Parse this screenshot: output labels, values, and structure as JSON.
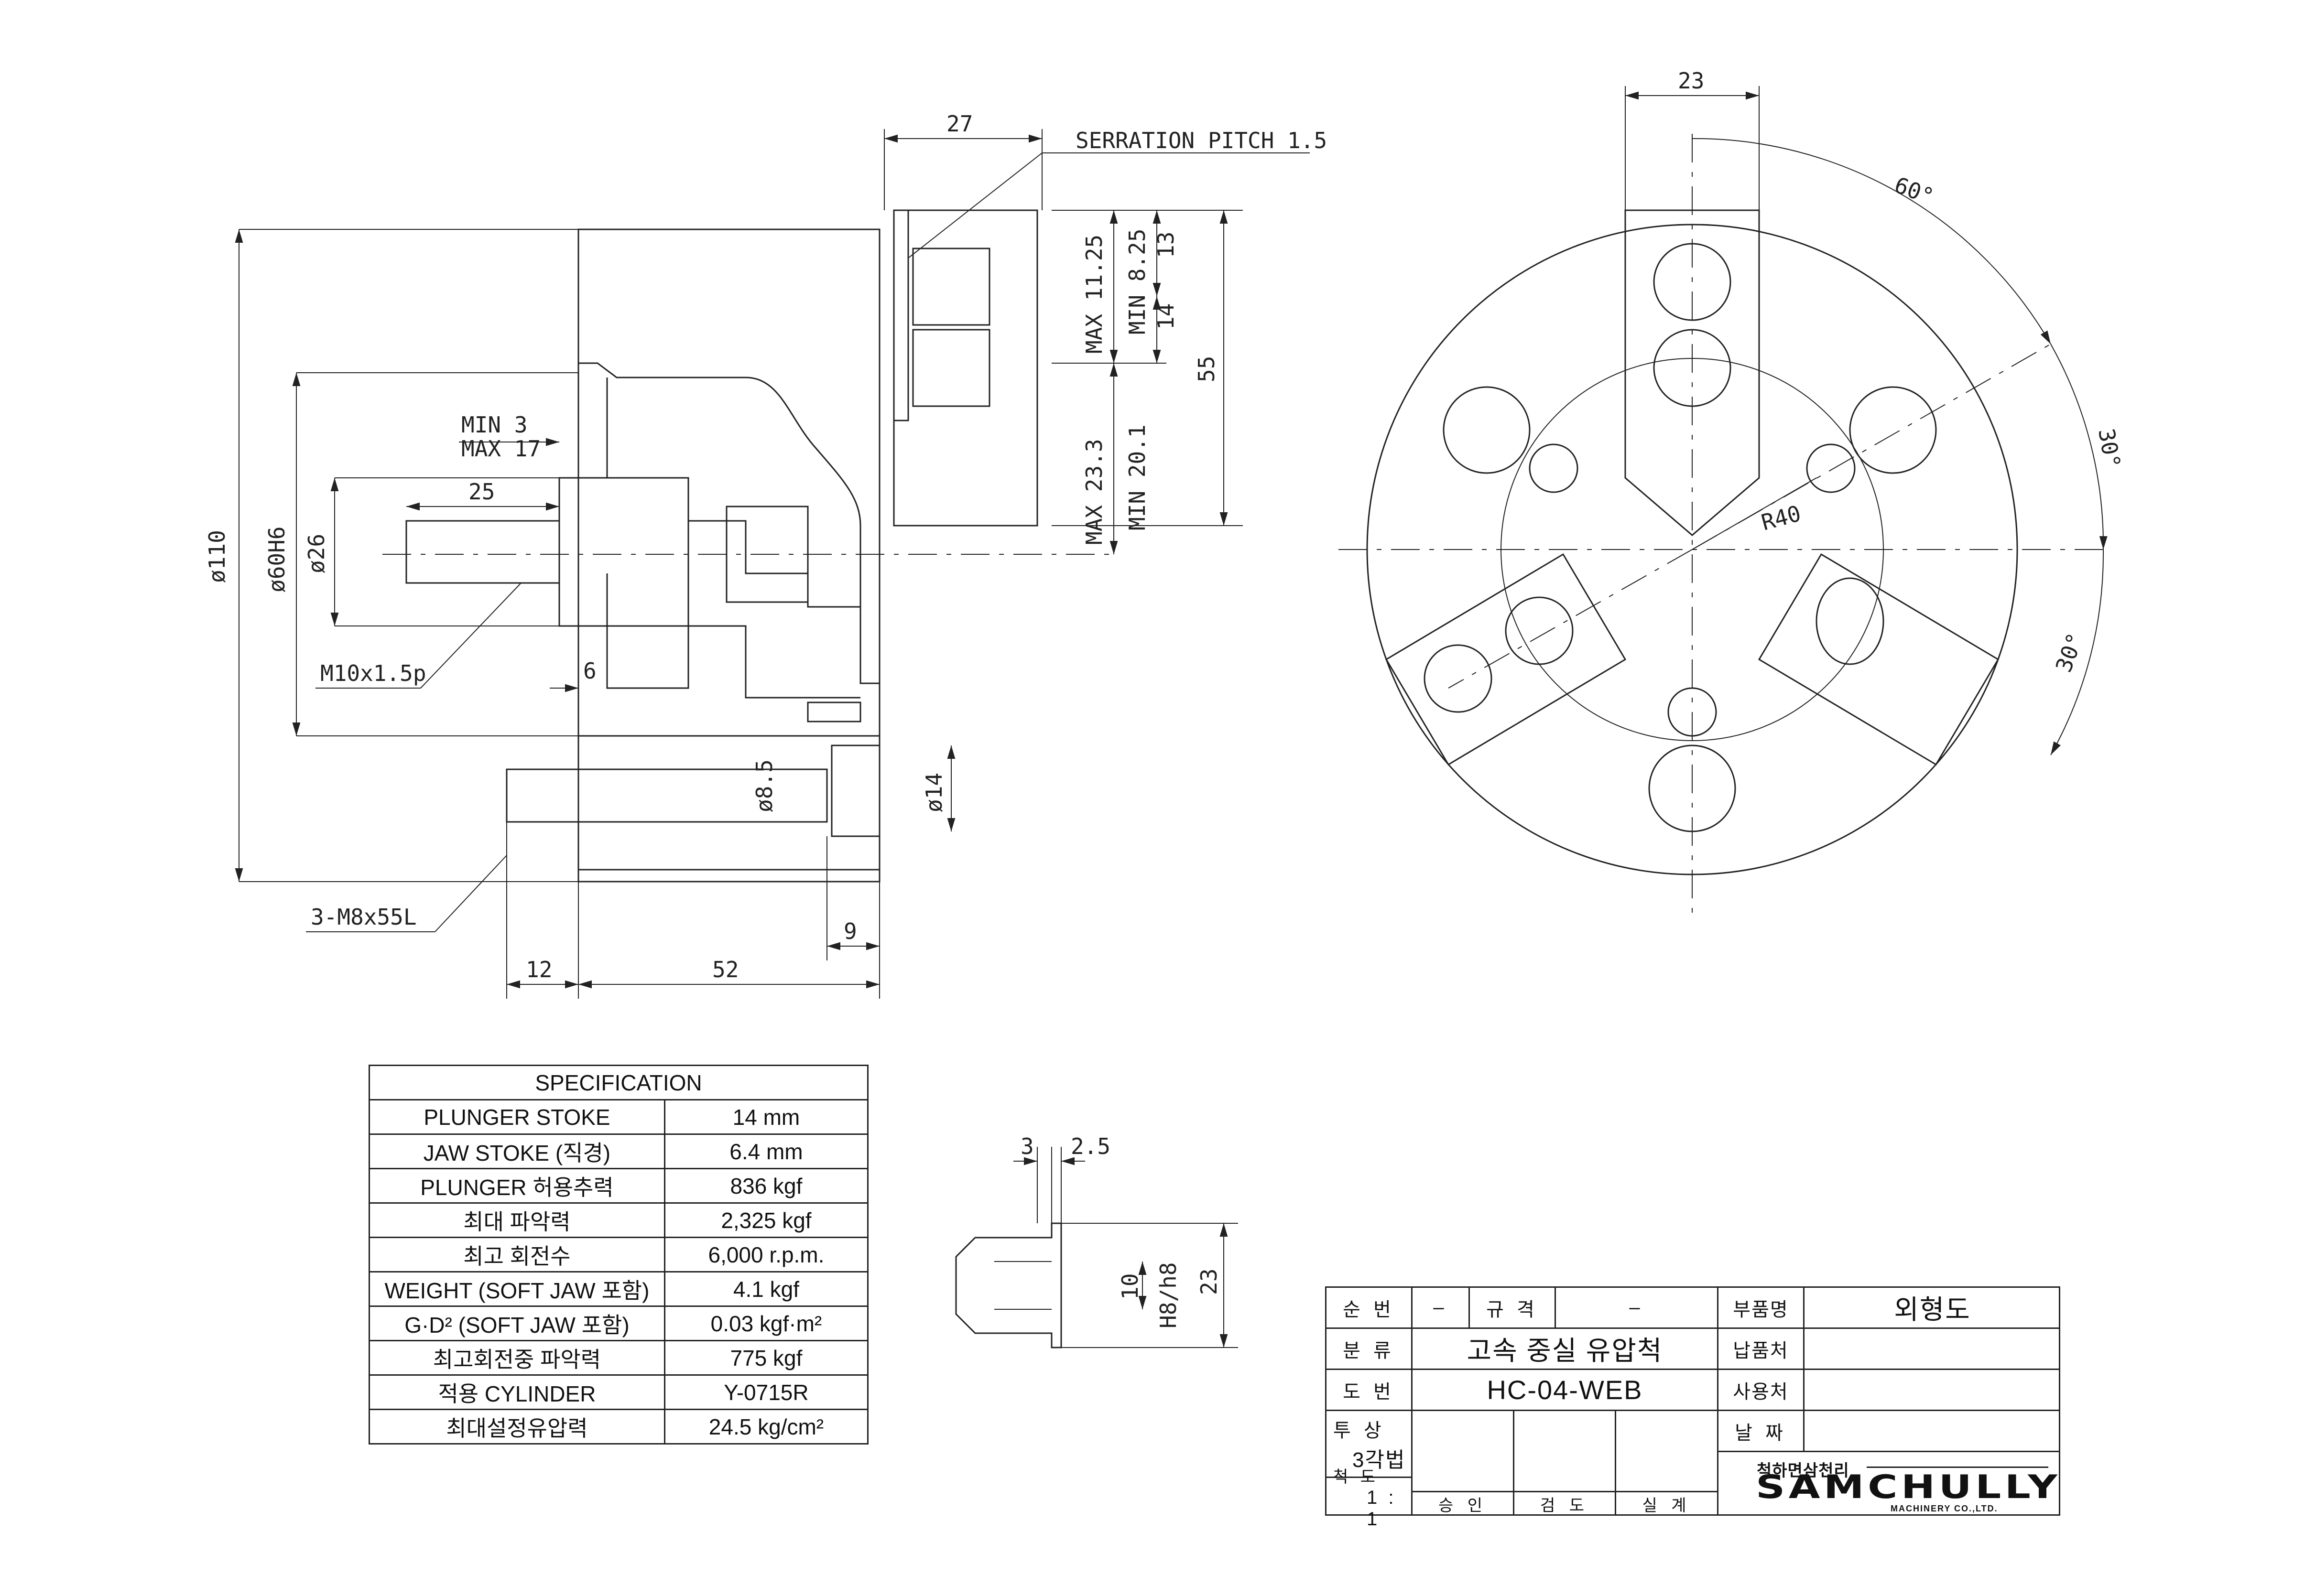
{
  "side_view": {
    "serration_label": "SERRATION PITCH 1.5",
    "dims": {
      "d27": "27",
      "d11_25": "MAX 11.25",
      "d8_25": "MIN 8.25",
      "d13": "13",
      "d14": "14",
      "d55": "55",
      "d23_3": "MAX 23.3",
      "d20_1": "MIN 20.1",
      "min3": "MIN 3",
      "max17": "MAX 17",
      "d25": "25",
      "phi110": "ø110",
      "phi60": "ø60H6",
      "phi26": "ø26",
      "m10": "M10x1.5p",
      "d6": "6",
      "phi8_5": "ø8.5",
      "phi14": "ø14",
      "m8": "3-M8x55L",
      "d9": "9",
      "d12": "12",
      "d52": "52"
    }
  },
  "front_view": {
    "dims": {
      "d23": "23",
      "a60": "60°",
      "a30a": "30°",
      "a30b": "30°",
      "r40": "R40"
    }
  },
  "jaw_detail": {
    "dims": {
      "d3": "3",
      "d2_5": "2.5",
      "d10": "10",
      "h8": "H8/h8",
      "d23": "23"
    }
  },
  "specification": {
    "title": "SPECIFICATION",
    "rows": [
      {
        "label": "PLUNGER STOKE",
        "value": "14  mm"
      },
      {
        "label": "JAW STOKE (직경)",
        "value": "6.4  mm"
      },
      {
        "label": "PLUNGER 허용추력",
        "value": "836  kgf"
      },
      {
        "label": "최대 파악력",
        "value": "2,325  kgf"
      },
      {
        "label": "최고 회전수",
        "value": "6,000 r.p.m."
      },
      {
        "label": "WEIGHT (SOFT JAW 포함)",
        "value": "4.1 kgf"
      },
      {
        "label": "G·D² (SOFT JAW 포함)",
        "value": "0.03  kgf·m²"
      },
      {
        "label": "최고회전중 파악력",
        "value": "775 kgf"
      },
      {
        "label": "적용 CYLINDER",
        "value": "Y-0715R"
      },
      {
        "label": "최대설정유압력",
        "value": "24.5 kg/cm²"
      }
    ]
  },
  "title_block": {
    "seq_label": "순  번",
    "seq_value": "–",
    "spec_label": "규  격",
    "spec_value": "–",
    "part_name_label": "부품명",
    "part_name_value": "외형도",
    "class_label": "분  류",
    "class_value": "고속 중실 유압척",
    "supplier_label": "납품처",
    "drawing_no_label": "도  번",
    "drawing_no_value": "HC-04-WEB",
    "user_label": "사용처",
    "projection_label": "투  상",
    "projection_value": "3각법",
    "date_label": "날  짜",
    "scale_label": "척  도",
    "scale_value": "1 : 1",
    "approve_label": "승  인",
    "review_label": "검  도",
    "design_label": "실  계",
    "logo_ko": "척하면삼천리",
    "logo_en": "SAMCHULLY",
    "logo_sub": "MACHINERY CO.,LTD."
  }
}
